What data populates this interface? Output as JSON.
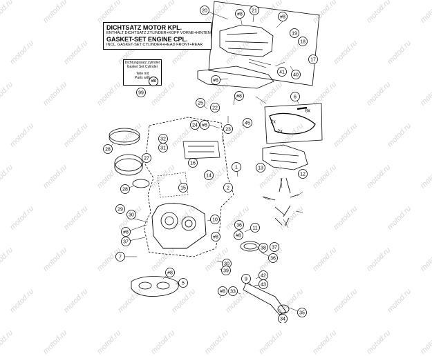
{
  "watermark": "motod.ru",
  "gasket_set_box": {
    "line1": "DICHTSATZ MOTOR KPL.",
    "line2": "ENTHÄLT DICHTSATZ ZYLINDER+KOPF VORNE+HINTEN",
    "line3": "GASKET-SET ENGINE CPL.",
    "line4": "INCL. GASKET-SET CYLINDER+HEAD FRONT+REAR"
  },
  "legend_box": {
    "line1": "Dichtungssatz Zylinder",
    "line2": "Gasket Set Cylinder",
    "line3": "Teile mit",
    "line4": "Parts with",
    "marker": "#8"
  },
  "callouts": [
    "20",
    "#8",
    "21",
    "#8",
    "19",
    "18",
    "17",
    "40",
    "41",
    "#8",
    "#8",
    "6",
    "8x",
    "2x",
    "2x",
    "99",
    "25",
    "22",
    "23",
    "45",
    "24",
    "#8",
    "32",
    "31",
    "28",
    "27",
    "16",
    "15",
    "14",
    "13",
    "12",
    "2",
    "1",
    "28",
    "29",
    "30",
    "#8",
    "37",
    "36",
    "11",
    "10",
    "#8",
    "#8",
    "38",
    "37",
    "36",
    "7",
    "#8",
    "5",
    "30",
    "39",
    "9",
    "42",
    "43",
    "#8",
    "33",
    "34",
    "35"
  ]
}
